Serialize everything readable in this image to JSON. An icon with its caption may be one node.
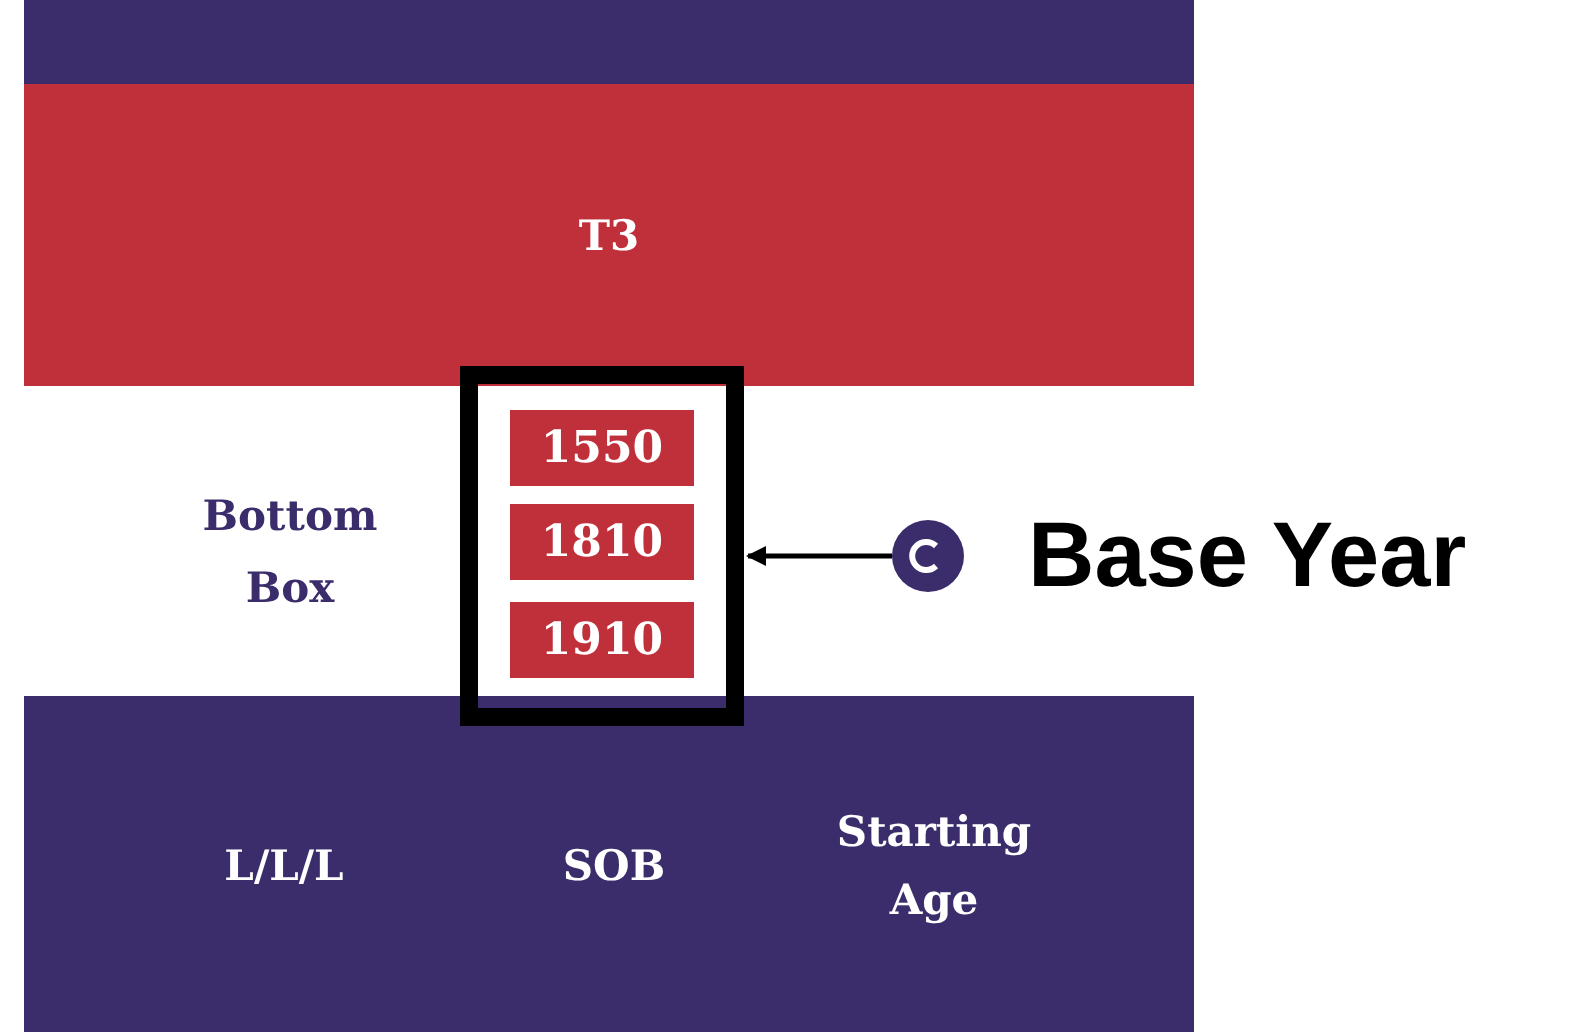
{
  "diagram": {
    "nodes": [
      {
        "text": [],
        "shape": "bar"
      },
      {
        "text": [
          "T3"
        ]
      },
      {
        "text": [],
        "shape": "box"
      },
      {
        "text": [
          "1550"
        ],
        "in": 2
      },
      {
        "text": [
          "1810"
        ],
        "in": 2
      },
      {
        "text": [
          "1910"
        ],
        "in": 2
      },
      {
        "text": [
          "L/L/L",
          "SOB",
          "Starting Age"
        ]
      },
      {
        "text": [],
        "shape": "circle",
        "beside": [
          "Base Year"
        ]
      }
    ],
    "edges": [
      {
        "from": 7,
        "to": 2,
        "arrow": "to"
      }
    ],
    "labels": [
      "Bottom Box"
    ]
  }
}
